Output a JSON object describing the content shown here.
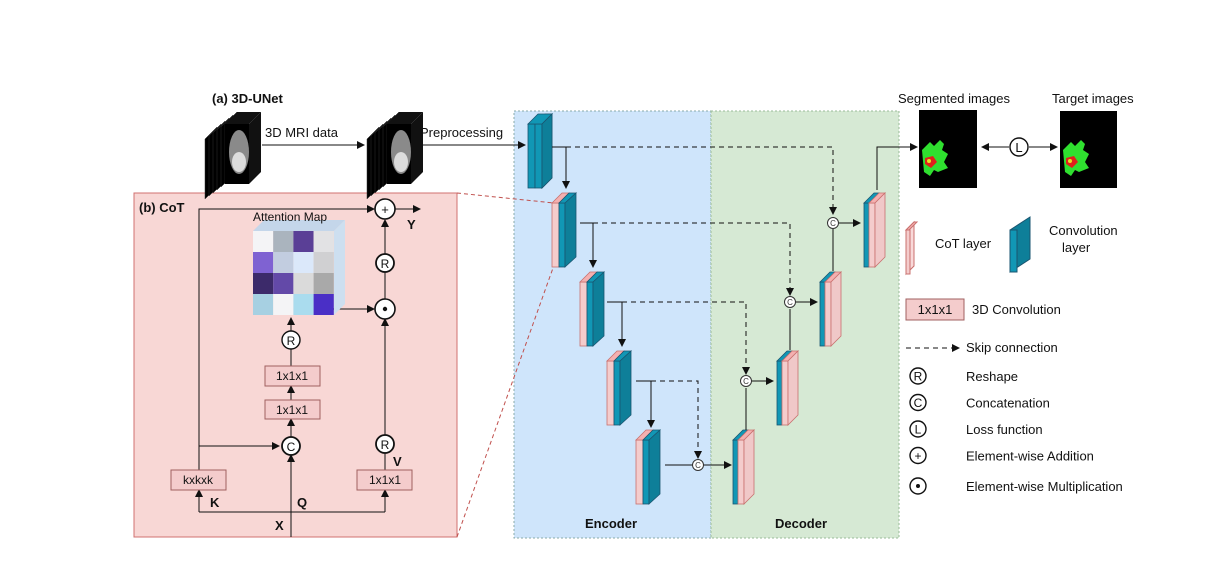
{
  "title_a": "(a) 3D-UNet",
  "title_b": "(b) CoT",
  "pipeline": {
    "input_label": "3D MRI data",
    "preprocess_label": "Preprocessing",
    "segmented_label": "Segmented images",
    "target_label": "Target images",
    "loss_symbol": "L"
  },
  "cot": {
    "attention_map_label": "Attention Map",
    "y_label": "Y",
    "x_label": "X",
    "k_label": "K",
    "q_label": "Q",
    "v_label": "V",
    "kxkxk_label": "kxkxk",
    "conv1_label": "1x1x1",
    "conv2_label": "1x1x1",
    "conv_v_label": "1x1x1",
    "r_symbol": "R",
    "c_symbol": "C",
    "plus_symbol": "+",
    "attention_colors": [
      [
        "#f4f4f6",
        "#aab4be",
        "#5a3f96",
        "#e2e2e4"
      ],
      [
        "#7f62d2",
        "#c2cde0",
        "#dbe8fa",
        "#d0d0d2"
      ],
      [
        "#3c2a6a",
        "#6349a8",
        "#dadada",
        "#a9a9a9"
      ],
      [
        "#a7d0e2",
        "#f4f4f6",
        "#aadcee",
        "#4a2fc6"
      ]
    ]
  },
  "unet": {
    "encoder_label": "Encoder",
    "decoder_label": "Decoder",
    "concat_symbol": "C"
  },
  "legend": {
    "cot_layer": "CoT layer",
    "conv_layer_line1": "Convolution",
    "conv_layer_line2": "layer",
    "conv3d_box": "1x1x1",
    "conv3d_label": "3D Convolution",
    "skip_label": "Skip connection",
    "items": [
      {
        "symbol": "R",
        "label": "Reshape"
      },
      {
        "symbol": "C",
        "label": "Concatenation"
      },
      {
        "symbol": "L",
        "label": "Loss function"
      },
      {
        "symbol": "+",
        "label": "Element-wise Addition"
      },
      {
        "symbol": "•",
        "label": "Element-wise Multiplication"
      }
    ]
  },
  "colors": {
    "conv_blue": "#1197b5",
    "conv_blue_dark": "#0e7f99",
    "cot_pink": "#f4cccc",
    "cot_stroke": "#c9706e",
    "encoder_bg": "#cfe5fb",
    "decoder_bg": "#d6e9d4",
    "cot_panel_bg": "#f8d7d5"
  }
}
